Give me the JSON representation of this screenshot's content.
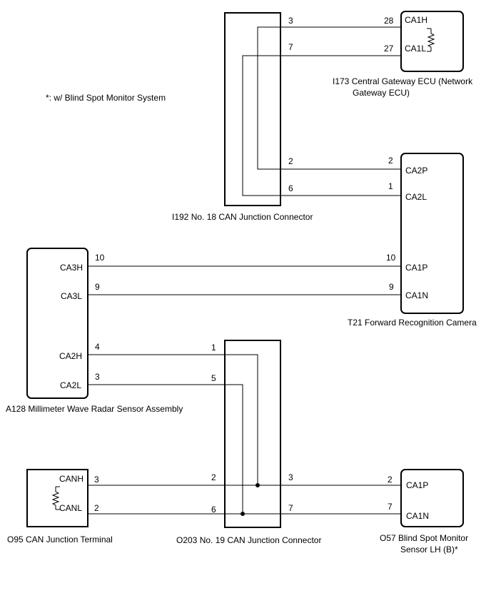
{
  "colors": {
    "line": "#000000",
    "background": "#ffffff"
  },
  "note": "*: w/ Blind Spot Monitor System",
  "components": {
    "i192": {
      "label": "I192  No. 18 CAN Junction Connector",
      "pins": [
        "3",
        "7",
        "2",
        "6"
      ]
    },
    "i173": {
      "label_line1": "I173  Central Gateway ECU (Network",
      "label_line2": "Gateway ECU)",
      "terminals": [
        "CA1H",
        "CA1L"
      ],
      "pins": [
        "28",
        "27"
      ]
    },
    "t21": {
      "label": "T21  Forward Recognition Camera",
      "terminals": [
        "CA2P",
        "CA2L",
        "CA1P",
        "CA1N"
      ],
      "pins": [
        "2",
        "1",
        "10",
        "9"
      ]
    },
    "a128": {
      "label": "A128  Millimeter Wave Radar Sensor Assembly",
      "terminals": [
        "CA3H",
        "CA3L",
        "CA2H",
        "CA2L"
      ],
      "pins": [
        "10",
        "9",
        "4",
        "3"
      ]
    },
    "o203": {
      "label": "O203  No. 19 CAN Junction Connector",
      "pins": [
        "1",
        "5",
        "2",
        "6",
        "3",
        "7"
      ]
    },
    "o95": {
      "label": "O95  CAN Junction Terminal",
      "terminals": [
        "CANH",
        "CANL"
      ],
      "pins": [
        "3",
        "2"
      ]
    },
    "o57": {
      "label_line1": "O57  Blind Spot Monitor",
      "label_line2": "Sensor LH (B)*",
      "terminals": [
        "CA1P",
        "CA1N"
      ],
      "pins": [
        "2",
        "7"
      ]
    }
  }
}
